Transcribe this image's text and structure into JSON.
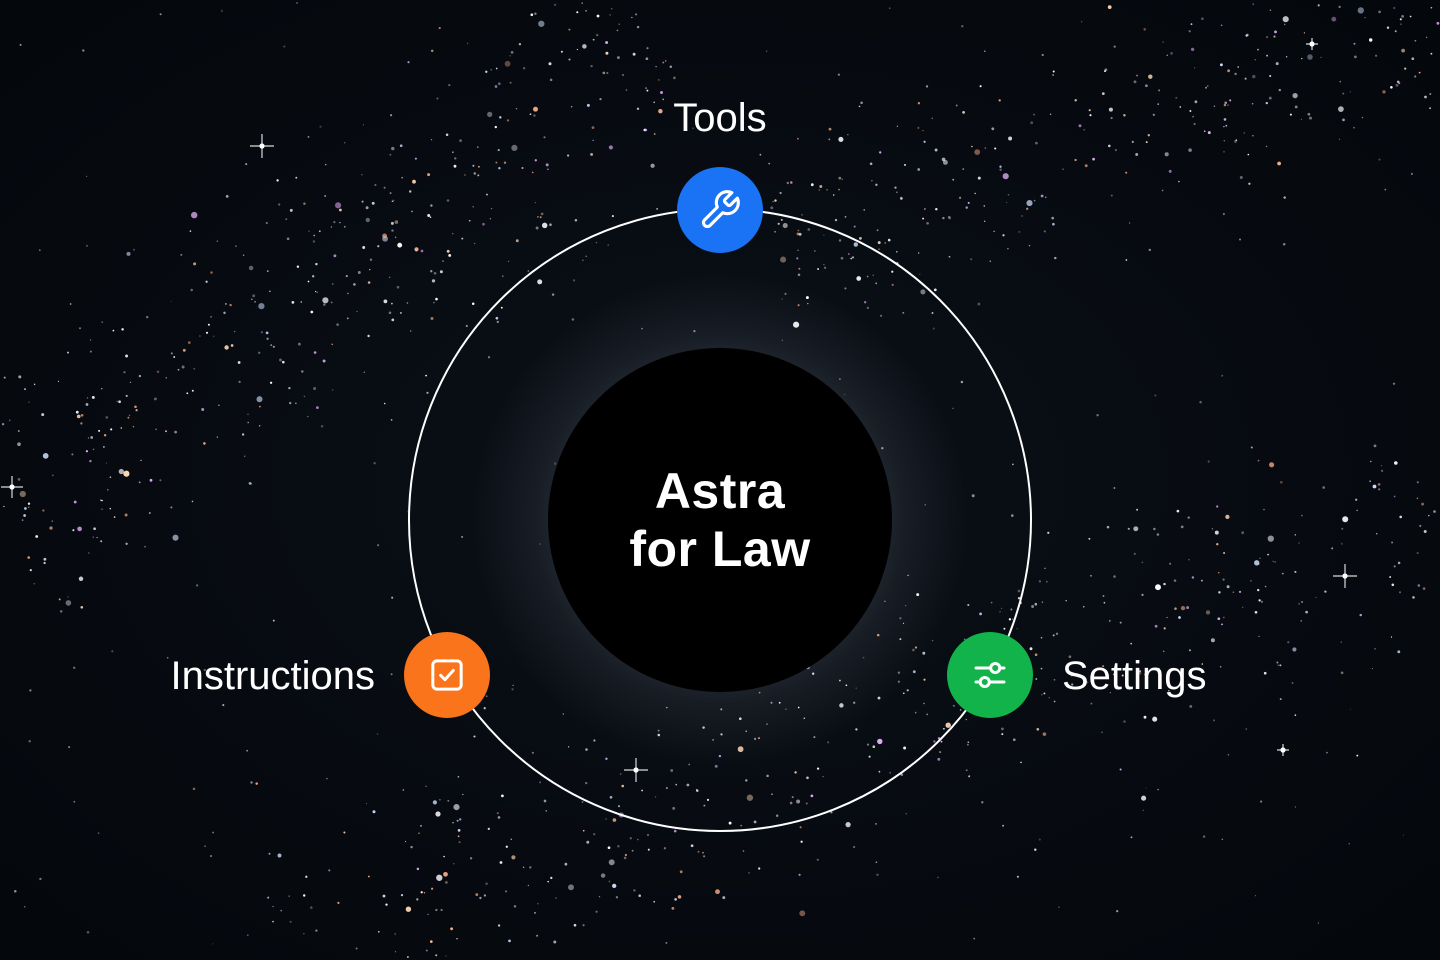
{
  "diagram": {
    "center": {
      "line1": "Astra",
      "line2": "for Law"
    },
    "nodes": [
      {
        "id": "tools",
        "label": "Tools",
        "icon": "wrench-icon",
        "color": "#1a73f5"
      },
      {
        "id": "instructions",
        "label": "Instructions",
        "icon": "checkbox-icon",
        "color": "#f9741a"
      },
      {
        "id": "settings",
        "label": "Settings",
        "icon": "sliders-icon",
        "color": "#12b34a"
      }
    ]
  },
  "colors": {
    "background": "#060a10",
    "orbit": "#ffffff",
    "core": "#000000",
    "text": "#ffffff"
  }
}
